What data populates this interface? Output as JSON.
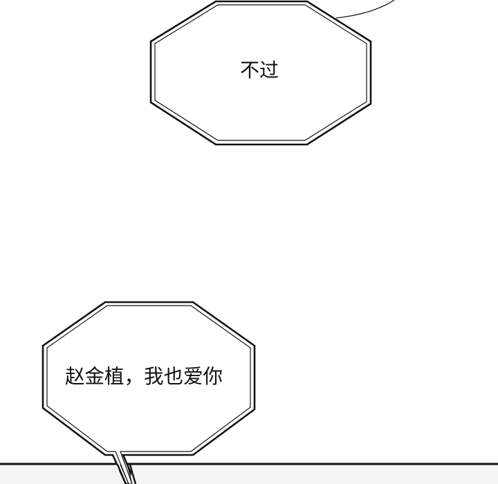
{
  "panel": {
    "bubbles": [
      {
        "id": "bubble-1",
        "text": "不过"
      },
      {
        "id": "bubble-2",
        "text": "赵金植，我也爱你"
      }
    ],
    "colors": {
      "ink": "#111111",
      "paper": "#ffffff",
      "lower_panel": "#f4f5f4"
    }
  }
}
